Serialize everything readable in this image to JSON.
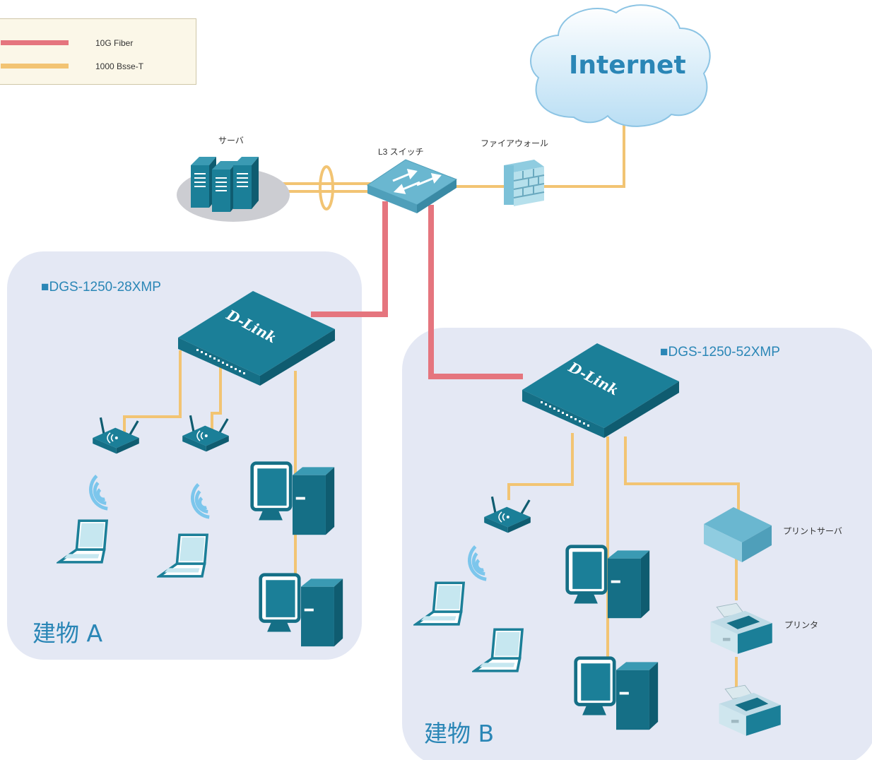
{
  "legend": {
    "fiber_label": "10G Fiber",
    "copper_label": "1000 Bsse-T",
    "fiber_color": "#e5757e",
    "copper_color": "#f2c473"
  },
  "labels": {
    "internet": "Internet",
    "server": "サーバ",
    "l3_switch": "L3 スイッチ",
    "firewall": "ファイアウォール",
    "print_server": "プリントサーバ",
    "printer": "プリンタ",
    "switch_brand": "D-Link"
  },
  "building_a": {
    "model": "■DGS-1250-28XMP",
    "name": "建物 A"
  },
  "building_b": {
    "model": "■DGS-1250-52XMP",
    "name": "建物 B"
  },
  "colors": {
    "device_teal": "#1b7f98",
    "building_bg": "#e4e8f4",
    "accent_text": "#2a86b6"
  }
}
